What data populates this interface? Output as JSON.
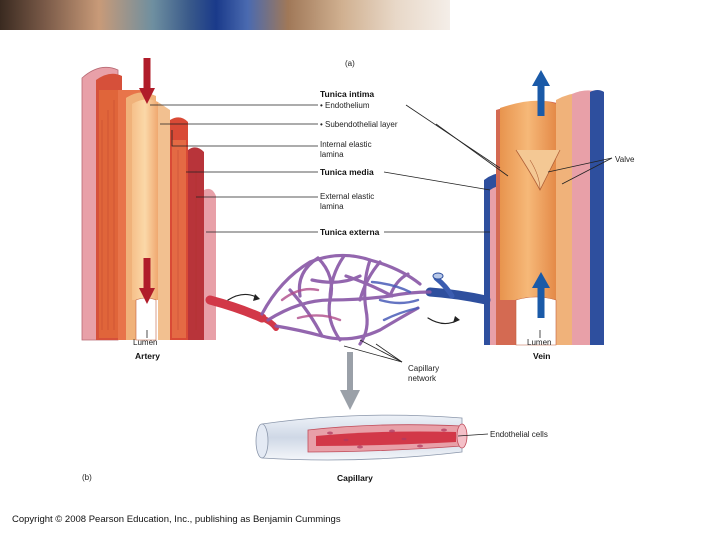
{
  "panel_a": "(a)",
  "panel_b": "(b)",
  "labels": {
    "tunica_intima": "Tunica intima",
    "endothelium": "• Endothelium",
    "subendothelial": "• Subendothelial layer",
    "internal_elastic_1": "Internal elastic",
    "internal_elastic_2": "lamina",
    "tunica_media": "Tunica media",
    "external_elastic_1": "External elastic",
    "external_elastic_2": "lamina",
    "tunica_externa": "Tunica externa",
    "valve": "Valve",
    "lumen_artery": "Lumen",
    "artery": "Artery",
    "lumen_vein": "Lumen",
    "vein": "Vein",
    "capillary_network_1": "Capillary",
    "capillary_network_2": "network",
    "endothelial_cells": "Endothelial cells",
    "capillary": "Capillary"
  },
  "copyright": "Copyright © 2008 Pearson Education, Inc., publishing as Benjamin Cummings",
  "colors": {
    "artery_red": "#c8283a",
    "vein_blue": "#2e4f9e",
    "media_orange": "#e0653a",
    "intima_tan": "#f0b27a",
    "externa_pink": "#e8a0a8",
    "arrow_blue": "#1a5aa8",
    "arrow_red": "#b01c2a"
  }
}
